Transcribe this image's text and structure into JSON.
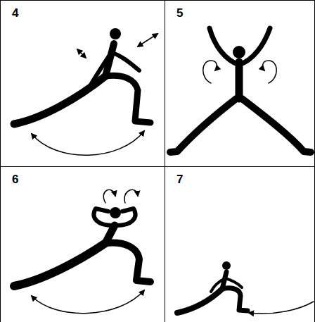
{
  "diagram": {
    "nodes": [
      {
        "text": [
          "4"
        ]
      },
      {
        "text": [
          "5"
        ]
      },
      {
        "text": [
          "6"
        ]
      },
      {
        "text": [
          "7"
        ]
      }
    ]
  }
}
